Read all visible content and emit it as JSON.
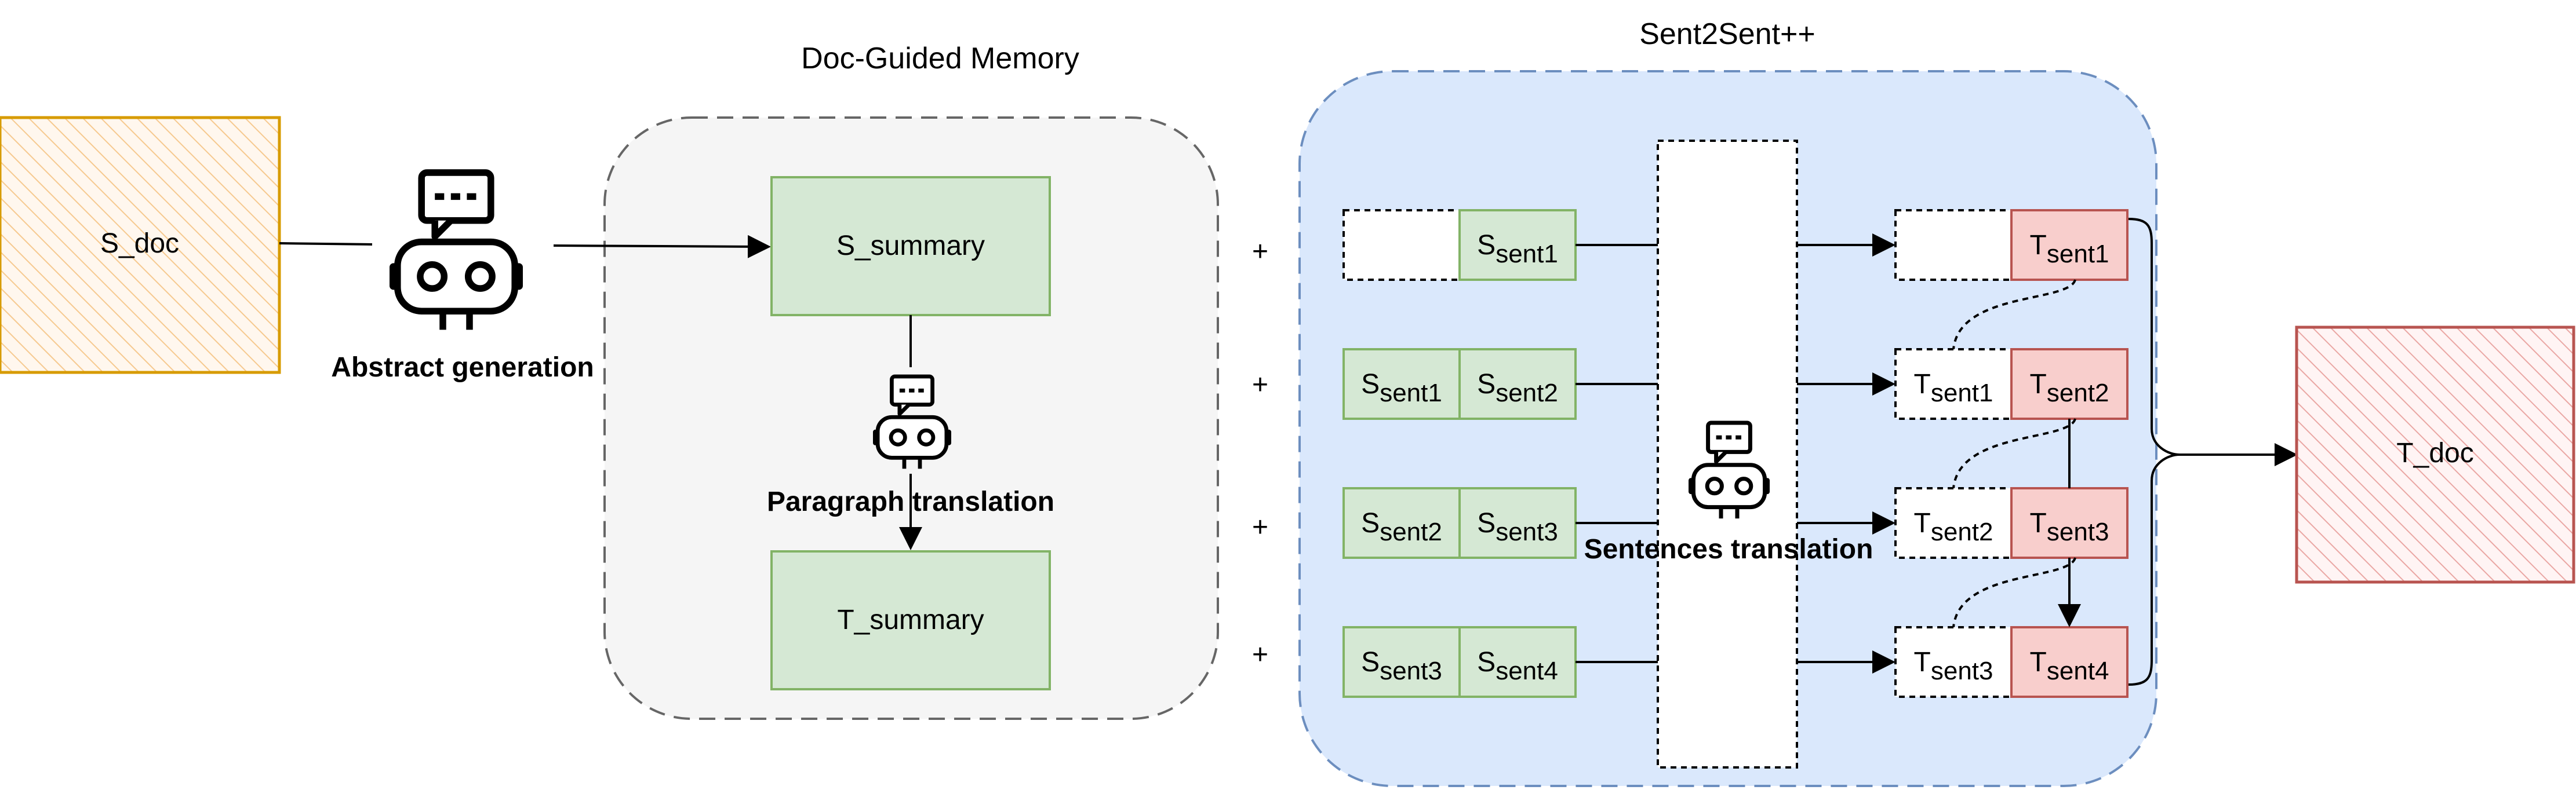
{
  "nodes": {
    "s_doc": "S_doc",
    "t_doc": "T_doc",
    "s_summary": "S_summary",
    "t_summary": "T_summary"
  },
  "labels": {
    "abstract_generation": "Abstract generation",
    "paragraph_translation": "Paragraph translation",
    "sentences_translation": "Sentences translation",
    "doc_guided_memory": "Doc-Guided Memory",
    "sent2sent": "Sent2Sent++",
    "plus": "+"
  },
  "rows": [
    {
      "src": [
        null,
        {
          "base": "S",
          "sub": "sent1"
        }
      ],
      "tgt": [
        null,
        {
          "base": "T",
          "sub": "sent1"
        }
      ]
    },
    {
      "src": [
        {
          "base": "S",
          "sub": "sent1"
        },
        {
          "base": "S",
          "sub": "sent2"
        }
      ],
      "tgt": [
        {
          "base": "T",
          "sub": "sent1"
        },
        {
          "base": "T",
          "sub": "sent2"
        }
      ]
    },
    {
      "src": [
        {
          "base": "S",
          "sub": "sent2"
        },
        {
          "base": "S",
          "sub": "sent3"
        }
      ],
      "tgt": [
        {
          "base": "T",
          "sub": "sent2"
        },
        {
          "base": "T",
          "sub": "sent3"
        }
      ]
    },
    {
      "src": [
        {
          "base": "S",
          "sub": "sent3"
        },
        {
          "base": "S",
          "sub": "sent4"
        }
      ],
      "tgt": [
        {
          "base": "T",
          "sub": "sent3"
        },
        {
          "base": "T",
          "sub": "sent4"
        }
      ]
    }
  ],
  "colors": {
    "source_doc": "#d79b00",
    "target_doc": "#b85450",
    "summary_fill": "#d5e8d4",
    "summary_stroke": "#82b366",
    "target_fill": "#f8cecc",
    "target_stroke": "#b85450",
    "memory_panel": "#f5f5f5",
    "sent_panel": "#dae8fc",
    "sent_panel_stroke": "#6c8ebf"
  },
  "icons": [
    "robot-chat-icon"
  ]
}
